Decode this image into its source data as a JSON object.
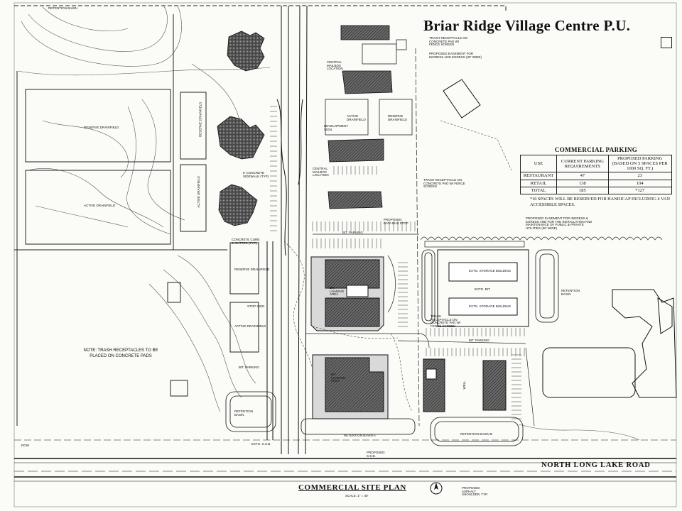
{
  "title": "Briar Ridge Village Centre P.U.",
  "parking": {
    "heading": "COMMERCIAL PARKING",
    "columns": [
      "USE",
      "CURRENT PARKING REQUIREMENTS",
      "PROPOSED PARKING (BASED ON 5 SPACES PER 1000 SQ. FT.)"
    ],
    "rows": [
      {
        "use": "RESTAURANT",
        "current": "47",
        "proposed": "23"
      },
      {
        "use": "RETAIL",
        "current": "138",
        "proposed": "104"
      },
      {
        "use": "TOTAL",
        "current": "185",
        "proposed": "*127"
      }
    ],
    "note": "*10 SPACES WILL BE RESERVED FOR HANDICAP INCLUDING 4 VAN ACCESSIBLE SPACES."
  },
  "notes": {
    "trash": "NOTE: TRASH RECEPTACLES TO BE PLACED ON CONCRETE PADS"
  },
  "road_name": "NORTH LONG LAKE ROAD",
  "plan_title": "COMMERCIAL SITE PLAN",
  "scale": "SCALE: 1\" = 40'",
  "labels": {
    "retention_basin": "RETENTION BASIN",
    "reserve_drainfield": "RESERVE DRAINFIELD",
    "active_drainfield": "ACTIVE DRAINFIELD",
    "trash_receptacle": "TRASH RECEPTACLE ON CONCRETE PAD W/ FENCE SCREEN",
    "easement": "PROPOSED EASEMENT FOR INGRESS AND EGRESS (30' WIDE)",
    "central_mailbox": "CENTRAL MAILBOX LOCATION",
    "development_sign": "DEVELOPMENT SIGN",
    "concrete_sidewalk": "5' CONCRETE SIDEWALK (TYP)",
    "concrete_curb": "CONCRETE CURB & GUTTER (TYP)",
    "stop_sign": "STOP SIGN",
    "bit_parking": "BIT. PARKING",
    "bit_loading": "BIT. LOADING AREA",
    "proposed_bata": "PROPOSED BATA BUS STOP",
    "storage_building": "EXTG. STORAGE BUILDING",
    "extg_bit": "EXTG. BIT.",
    "retention_basin_a": "RETENTION BASIN A",
    "retention_basin_b": "RETENTION BASIN B",
    "proposed_shoulder": "PROPOSED ASPHALT SHOULDER, TYP.",
    "proposed_ssb": "PROPOSED S.S.B.",
    "extg_ssb": "EXTG. S.S.B.",
    "row": "ROW",
    "well": "WELL",
    "easement_b": "PROPOSED EASEMENT FOR INGRESS & EGRESS AND FOR THE INSTALLATION AND MAINTENANCE OF PUBLIC & PRIVATE UTILITIES (30' WIDE)",
    "active_drainfield_b": "ACTIVE DRAINFIELD"
  }
}
